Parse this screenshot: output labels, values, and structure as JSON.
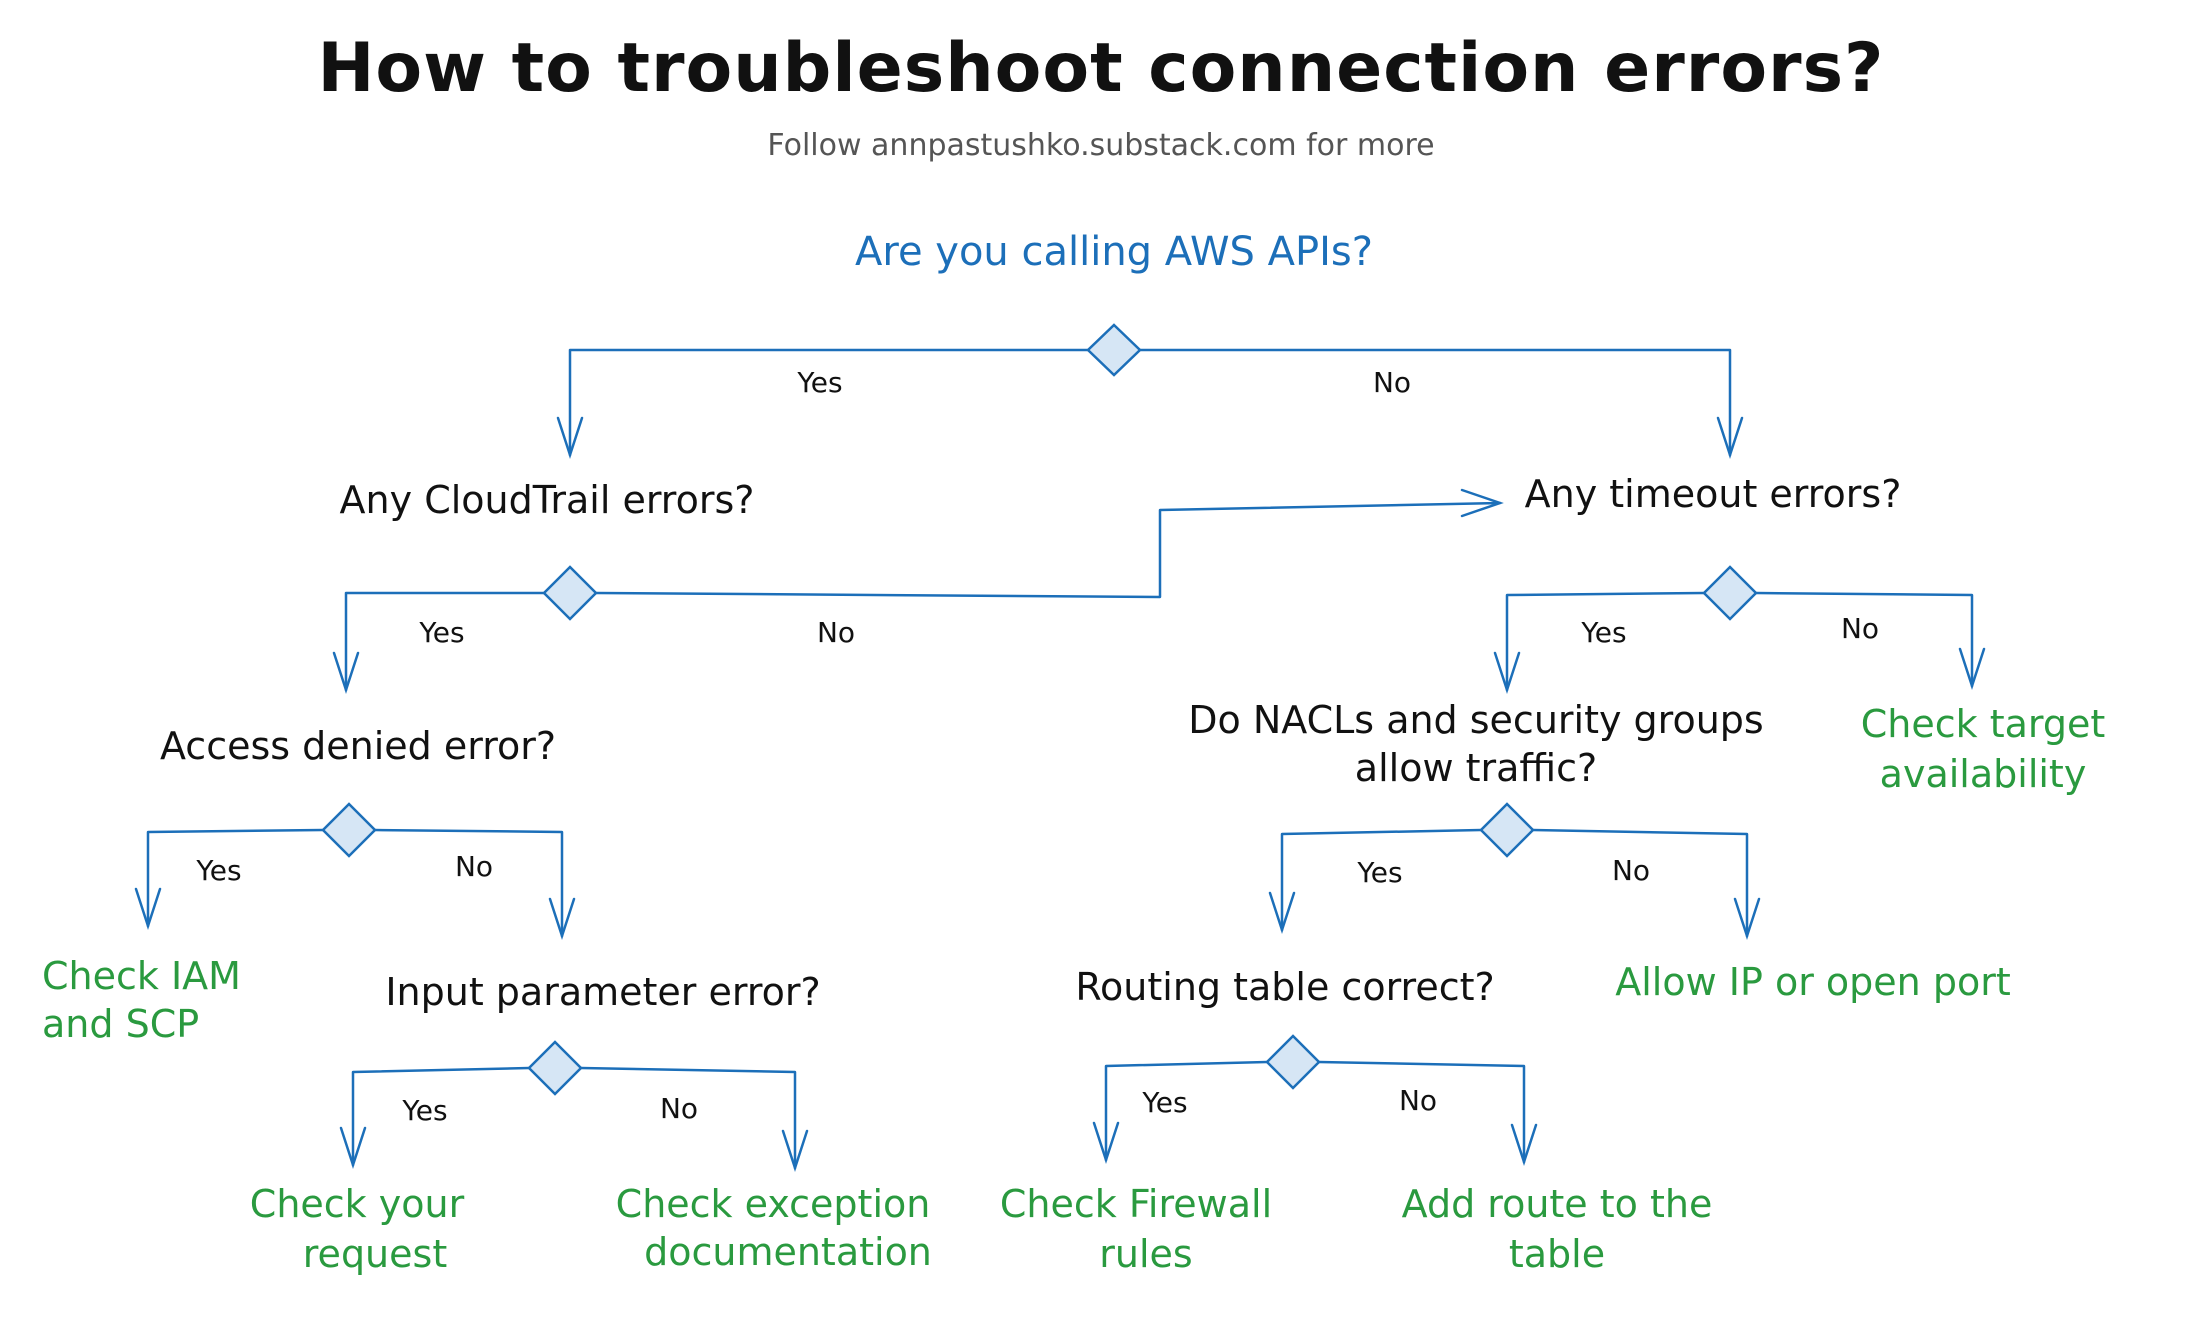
{
  "title": "How to troubleshoot connection errors?",
  "subtitle": "Follow annpastushko.substack.com for more",
  "colors": {
    "question": "#111111",
    "root_question": "#1c6fb9",
    "action": "#2a9a3f",
    "connector": "#1c6fb9"
  },
  "nodes": {
    "aws_apis": "Are you calling AWS APIs?",
    "cloudtrail": "Any CloudTrail errors?",
    "timeout": "Any timeout errors?",
    "access_denied": "Access denied error?",
    "nacls_line1": "Do NACLs and security groups",
    "nacls_line2": "allow traffic?",
    "check_target_line1": "Check target",
    "check_target_line2": "availability",
    "check_iam_line1": "Check IAM",
    "check_iam_line2": "and SCP",
    "input_param": "Input parameter error?",
    "routing": "Routing table correct?",
    "allow_ip": "Allow IP or open port",
    "check_request_line1": "Check your",
    "check_request_line2": "request",
    "check_exception_line1": "Check exception",
    "check_exception_line2": "documentation",
    "check_firewall_line1": "Check Firewall",
    "check_firewall_line2": "rules",
    "add_route_line1": "Add route to the",
    "add_route_line2": "table"
  },
  "labels": {
    "yes": "Yes",
    "no": "No"
  }
}
